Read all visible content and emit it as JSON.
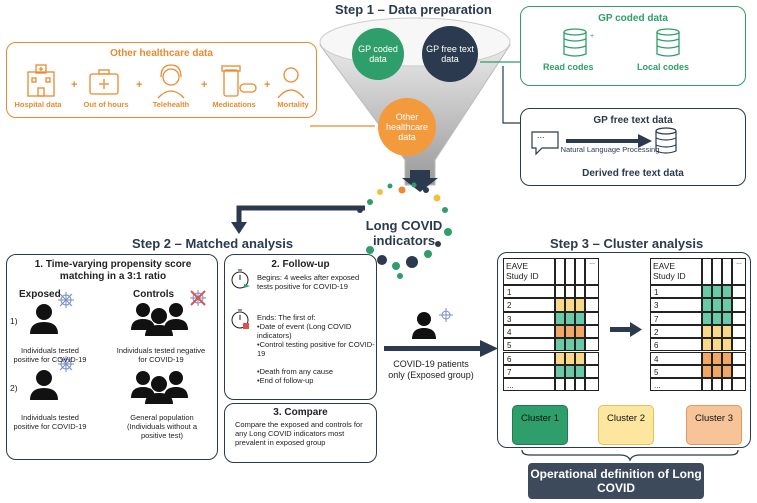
{
  "step1": {
    "title": "Step 1 – Data preparation",
    "funnel": {
      "gp_coded": "GP coded data",
      "gp_free": "GP free text data",
      "other": "Other healthcare data"
    },
    "other_healthcare": {
      "title": "Other healthcare data",
      "items": [
        "Hospital data",
        "Out of hours",
        "Telehealth",
        "Medications",
        "Mortality"
      ],
      "separator": "+"
    },
    "gp_coded_box": {
      "title": "GP coded data",
      "read": "Read codes",
      "local": "Local codes",
      "plus": "+"
    },
    "gp_free_box": {
      "title": "GP free text data",
      "nlp": "Natural Language Processing",
      "derived": "Derived free text data",
      "dots": "..."
    },
    "indicators": "Long COVID indicators"
  },
  "step2": {
    "title": "Step 2 – Matched analysis",
    "matching": {
      "title": "1. Time-varying propensity score matching in a 3:1 ratio",
      "exposed": "Exposed",
      "controls": "Controls",
      "row1_num": "1)",
      "row2_num": "2)",
      "exp1": "Individuals tested positive for COVID-19",
      "ctrl1": "Individuals tested negative for COVID-19",
      "exp2": "Individuals tested positive for COVID-19",
      "ctrl2": "General population (Individuals without a positive test)"
    },
    "followup": {
      "title": "2. Follow-up",
      "begins": "Begins: 4 weeks after exposed tests positive for COVID-19",
      "ends": "Ends: The first of:",
      "items": [
        "•Date of event (Long COVID indicators)",
        "•Control testing positive for COVID-19",
        "•Death from any cause",
        "•End of follow-up"
      ]
    },
    "compare": {
      "title": "3. Compare",
      "text": "Compare the exposed and controls for any Long COVID indicators most prevalent in exposed group"
    },
    "patients_only": "COVID-19 patients only (Exposed group)"
  },
  "step3": {
    "title": "Step 3 – Cluster analysis",
    "table_header": "EAVE Study ID",
    "ellipsis": "...",
    "left_ids": [
      "1",
      "2",
      "3",
      "4",
      "5",
      "6",
      "7",
      "..."
    ],
    "right_ids": [
      "1",
      "3",
      "7",
      "2",
      "6",
      "4",
      "5",
      "..."
    ],
    "clusters": [
      "Cluster 1",
      "Cluster 2",
      "Cluster 3"
    ],
    "definition": "Operational definition of Long COVID"
  },
  "colors": {
    "orange": "#e88a2e",
    "green": "#2e9e6a",
    "navy": "#2b3a4e",
    "cluster_green": "#6cc9a8",
    "cluster_yellow": "#f8d98a",
    "cluster_orange": "#f2a865"
  }
}
